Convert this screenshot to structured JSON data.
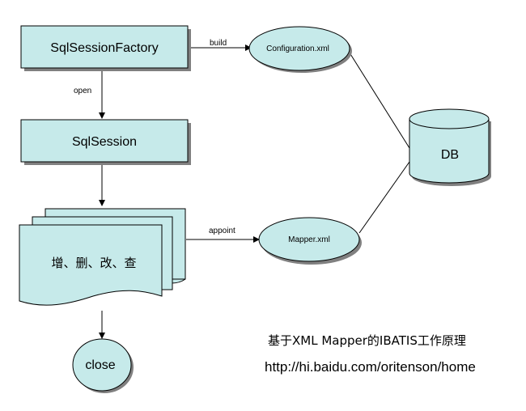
{
  "nodes": {
    "factory": "SqlSessionFactory",
    "session": "SqlSession",
    "crud": "增、删、改、查",
    "close": "close",
    "configuration": "Configuration.xml",
    "mapper": "Mapper.xml",
    "db": "DB"
  },
  "edges": {
    "build": "build",
    "open": "open",
    "appoint": "appoint"
  },
  "caption": {
    "title": "基于XML Mapper的IBATIS工作原理",
    "url": "http://hi.baidu.com/oritenson/home"
  },
  "colors": {
    "node_fill": "#c6eaea",
    "shadow": "#808080",
    "line": "#000000"
  }
}
